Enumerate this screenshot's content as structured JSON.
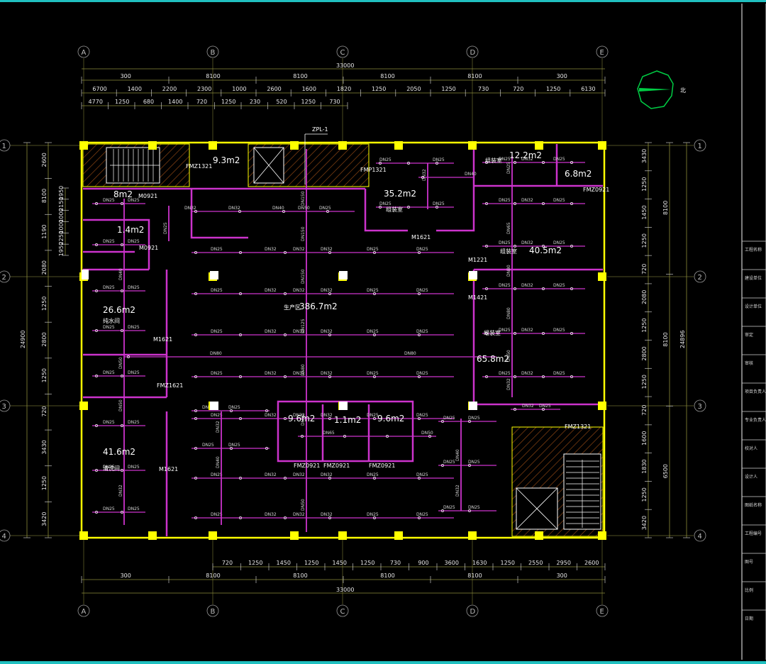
{
  "colors": {
    "background": "#000000",
    "wall": "#ffff00",
    "pipe": "#cc33cc",
    "text": "#ffffff",
    "dim_line": "#8c8c3a",
    "frame": "#20c0c0",
    "hatch": "#a0522d",
    "north_arrow": "#00cc44"
  },
  "axes": {
    "letters": [
      "A",
      "B",
      "C",
      "D",
      "E"
    ],
    "numbers": [
      "1",
      "2",
      "3",
      "4"
    ]
  },
  "dims_top": {
    "total": "33000",
    "row1": [
      "300",
      "8100",
      "8100",
      "8100",
      "8100",
      "300"
    ],
    "row2": [
      "6700",
      "1400",
      "2200",
      "2300",
      "1000",
      "2600",
      "1600",
      "1820",
      "1250",
      "2050",
      "1250",
      "730",
      "720",
      "1250",
      "6130"
    ],
    "row3": [
      "4770",
      "1250",
      "680",
      "1400",
      "720",
      "1250",
      "230",
      "520",
      "1250",
      "730"
    ]
  },
  "dims_bottom": {
    "total": "33000",
    "row1": [
      "300",
      "8100",
      "8100",
      "8100",
      "8100",
      "300"
    ],
    "row2": [
      "720",
      "1250",
      "1450",
      "1250",
      "1450",
      "1250",
      "730",
      "900",
      "3600",
      "1630",
      "1250",
      "2550",
      "2950",
      "2600"
    ]
  },
  "dims_left": {
    "total": "24900",
    "row1": [
      "2600",
      "8100",
      "1190",
      "2080",
      "1250",
      "2800",
      "1250",
      "720",
      "3430",
      "1250",
      "3420"
    ],
    "row2": [
      "1950",
      "2150",
      "1000",
      "1000",
      "2250",
      "1950"
    ]
  },
  "dims_right": {
    "total": "24896",
    "row1": [
      "3430",
      "1250",
      "1450",
      "1250",
      "720",
      "2080",
      "1250",
      "2800",
      "1250",
      "720",
      "1600",
      "1830",
      "1250",
      "3420"
    ],
    "row2": [
      "8100",
      "8100",
      "6500"
    ]
  },
  "drawing": {
    "tag_zpl": "ZPL-1",
    "north": "北",
    "rooms": [
      {
        "area": "9.3m2"
      },
      {
        "area": "8m2"
      },
      {
        "area": "1.4m2"
      },
      {
        "area": "26.6m2",
        "name": "纯水间"
      },
      {
        "area": "41.6m2",
        "name": "清洗间"
      },
      {
        "area": "35.2m2",
        "name": "组装室"
      },
      {
        "area": "12.2m2",
        "name": "组装室"
      },
      {
        "area": "6.8m2"
      },
      {
        "area": "40.5m2",
        "name": "组装室"
      },
      {
        "area": "65.8m2",
        "name": "组装室"
      },
      {
        "area": "386.7m2",
        "name": "生产区"
      },
      {
        "area": "9.6m2"
      },
      {
        "area": "1.1m2"
      },
      {
        "area": "9.6m2"
      }
    ],
    "doors": [
      "FMZ1321",
      "M0921",
      "M0921",
      "FMP1321",
      "M1621",
      "FMZ0921",
      "M1221",
      "M1421",
      "M1621",
      "FMZ1621",
      "M1621",
      "FMZ1321",
      "FMZ0921",
      "FMZ0921",
      "FMZ0921"
    ],
    "pipe_labels": [
      "DN25",
      "DN32",
      "DN40",
      "DN50",
      "DN65",
      "DN80",
      "DN150"
    ]
  },
  "title_block": {
    "rows": [
      "工程名称",
      "建设单位",
      "设计单位",
      "审定",
      "审核",
      "项目负责人",
      "专业负责人",
      "校对人",
      "设计人",
      "图纸名称",
      "工程编号",
      "图号",
      "比例",
      "日期"
    ]
  }
}
